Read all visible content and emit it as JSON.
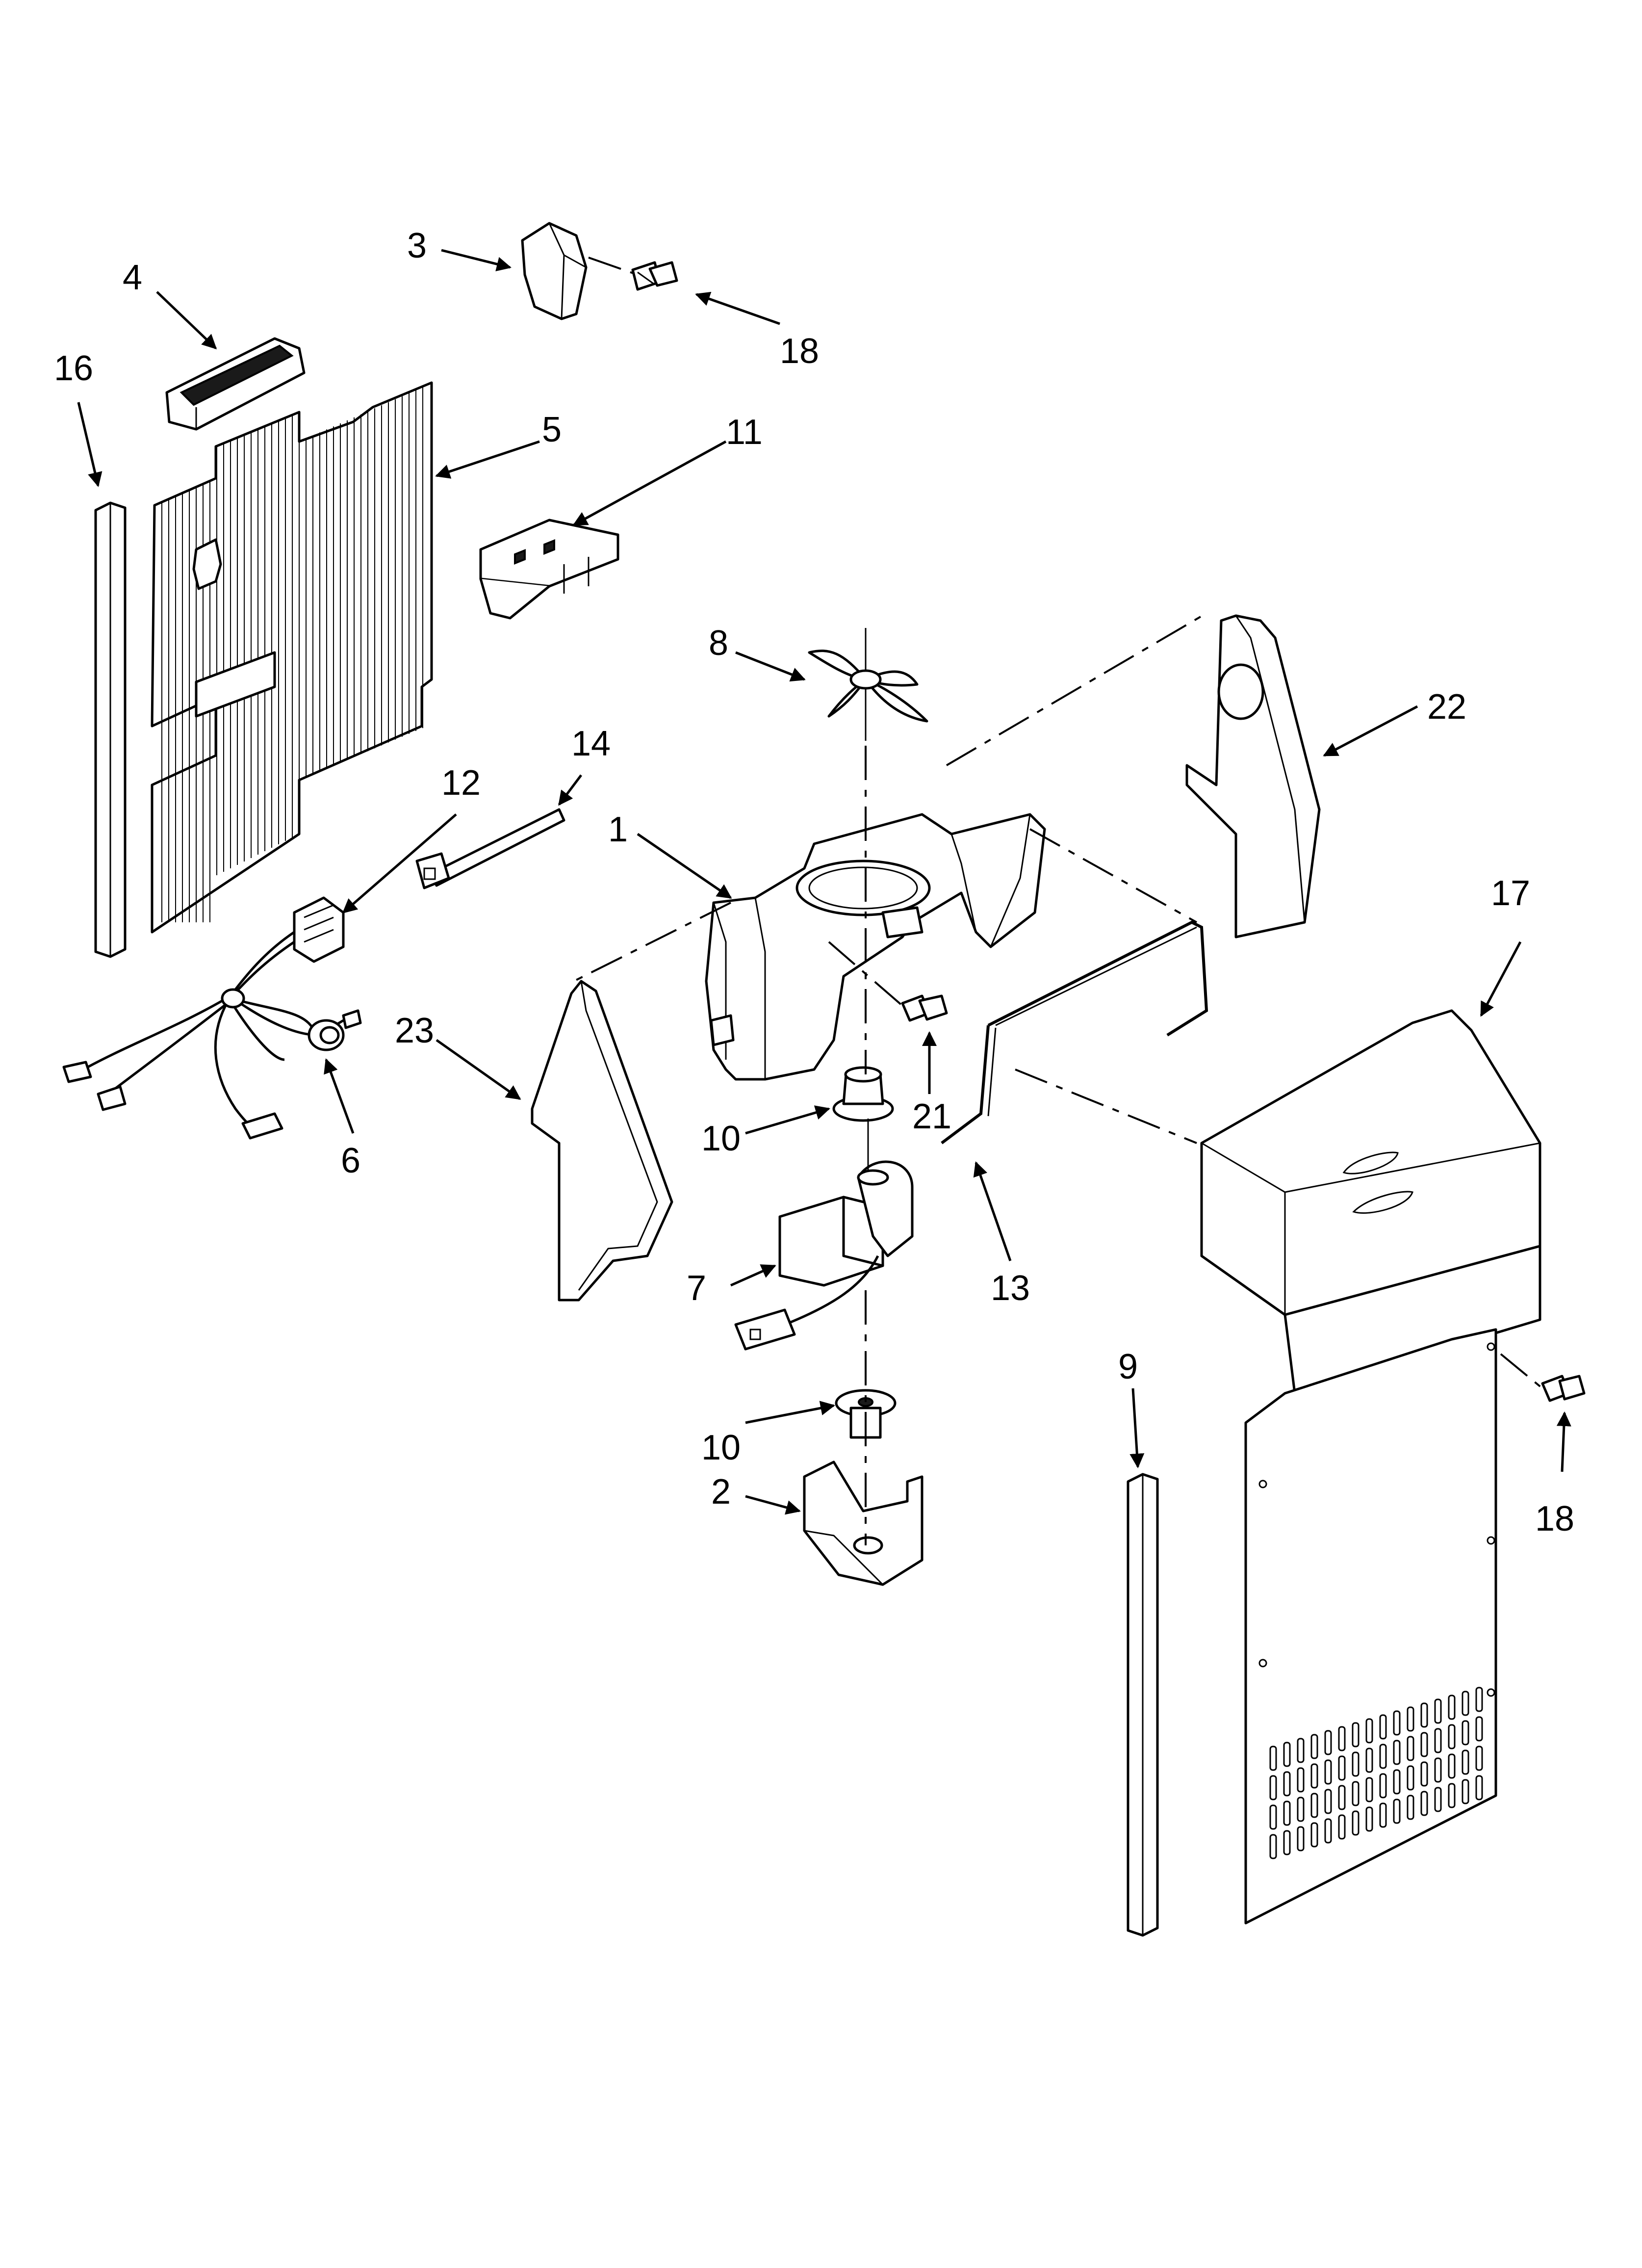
{
  "diagram": {
    "callouts": [
      {
        "id": "c3",
        "text": "3"
      },
      {
        "id": "c4",
        "text": "4"
      },
      {
        "id": "c18a",
        "text": "18"
      },
      {
        "id": "c16",
        "text": "16"
      },
      {
        "id": "c5",
        "text": "5"
      },
      {
        "id": "c11",
        "text": "11"
      },
      {
        "id": "c8",
        "text": "8"
      },
      {
        "id": "c22",
        "text": "22"
      },
      {
        "id": "c14",
        "text": "14"
      },
      {
        "id": "c12",
        "text": "12"
      },
      {
        "id": "c1",
        "text": "1"
      },
      {
        "id": "c17",
        "text": "17"
      },
      {
        "id": "c23",
        "text": "23"
      },
      {
        "id": "c6",
        "text": "6"
      },
      {
        "id": "c21",
        "text": "21"
      },
      {
        "id": "c10a",
        "text": "10"
      },
      {
        "id": "c13",
        "text": "13"
      },
      {
        "id": "c7",
        "text": "7"
      },
      {
        "id": "c9",
        "text": "9"
      },
      {
        "id": "c10b",
        "text": "10"
      },
      {
        "id": "c18b",
        "text": "18"
      },
      {
        "id": "c2",
        "text": "2"
      }
    ]
  }
}
